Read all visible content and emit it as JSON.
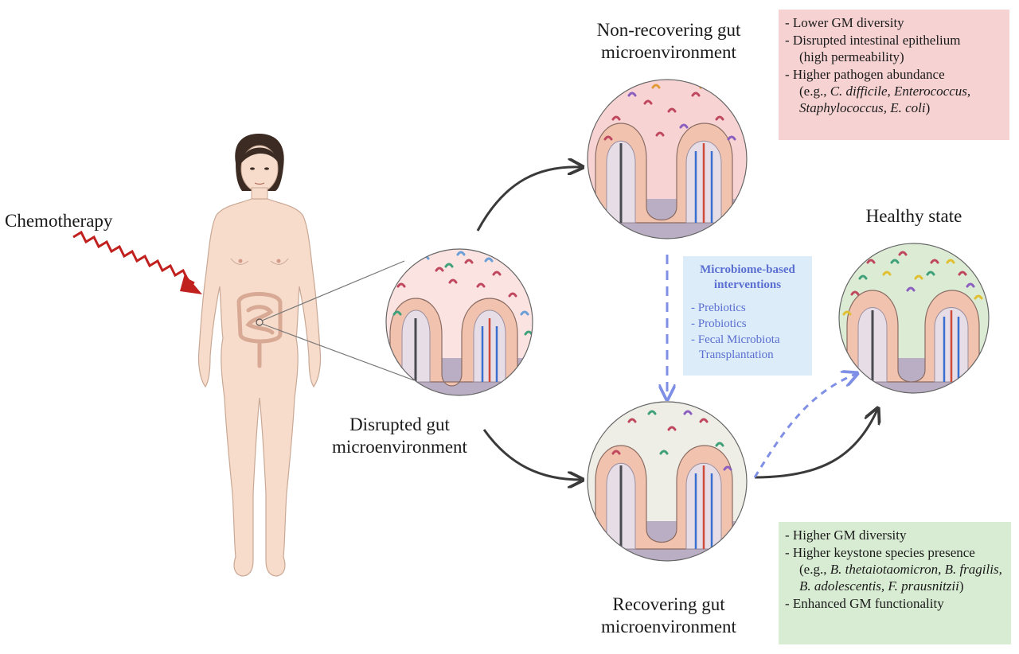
{
  "labels": {
    "chemotherapy": "Chemotherapy",
    "non_recovering_line1": "Non-recovering gut",
    "non_recovering_line2": "microenvironment",
    "disrupted_line1": "Disrupted gut",
    "disrupted_line2": "microenvironment",
    "recovering_line1": "Recovering gut",
    "recovering_line2": "microenvironment",
    "healthy": "Healthy state"
  },
  "non_recovering_box": {
    "item1": "- Lower GM diversity",
    "item2": "- Disrupted intestinal epithelium",
    "item2_sub": "(high permeability)",
    "item3": "- Higher pathogen abundance",
    "item3_sub_prefix": "(e.g., ",
    "item3_sub_species": "C. difficile, Enterococcus, Staphylococcus, E. coli",
    "item3_sub_suffix": ")"
  },
  "recovering_box": {
    "item1": "- Higher GM diversity",
    "item2": "- Higher keystone species presence",
    "item2_sub_prefix": "(e.g., ",
    "item2_sub_species": "B. thetaiotaomicron, B. fragilis, B. adolescentis, F. prausnitzii",
    "item2_sub_suffix": ")",
    "item3": "- Enhanced GM functionality"
  },
  "interventions_box": {
    "title": "Microbiome-based interventions",
    "items": [
      "- Prebiotics",
      "- Probiotics",
      "- Fecal Microbiota Transplantation"
    ]
  },
  "colors": {
    "non_recovering_bg": "#f6d2d2",
    "recovering_bg": "#d8ecd3",
    "interventions_bg": "#dcecf9",
    "interventions_text": "#5a6fd1",
    "chemo_zigzag": "#c0201e",
    "arrow_dark": "#3a3a3a",
    "arrow_dashed": "#7f8fe6"
  }
}
